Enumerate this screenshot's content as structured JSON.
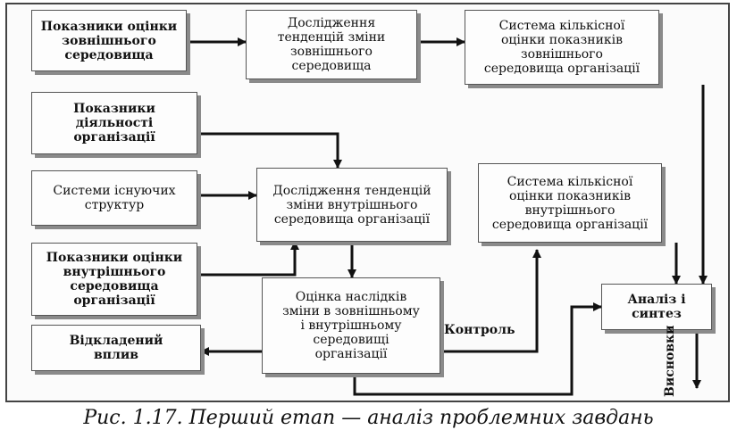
{
  "boxes": {
    "ext_indicators": "Показники оцінки\nзовнішнього\nсередовища",
    "ext_trends": "Дослідження\nтенденцій зміни\nзовнішнього\nсередовища",
    "ext_quant": "Система кількісної\nоцінки показників\nзовнішнього\nсередовища організації",
    "org_activity": "Показники\nдіяльності\nорганізації",
    "existing_structures": "Системи існуючих\nструктур",
    "int_indicators": "Показники оцінки\nвнутрішнього\nсередовища\nорганізації",
    "int_trends": "Дослідження тенденцій\nзміни внутрішнього\nсередовища організації",
    "int_quant": "Система кількісної\nоцінки показників\nвнутрішнього\nсередовища організації",
    "consequences": "Оцінка наслідків\nзміни в зовнішньому\nі внутрішньому\nсередовищі\nорганізації",
    "deferred": "Відкладений\nвплив",
    "analysis": "Аналіз і\nсинтез"
  },
  "labels": {
    "control": "Контроль",
    "conclusions": "Висновки"
  },
  "caption": "Рис. 1.17. Перший етап — аналіз проблемних завдань"
}
